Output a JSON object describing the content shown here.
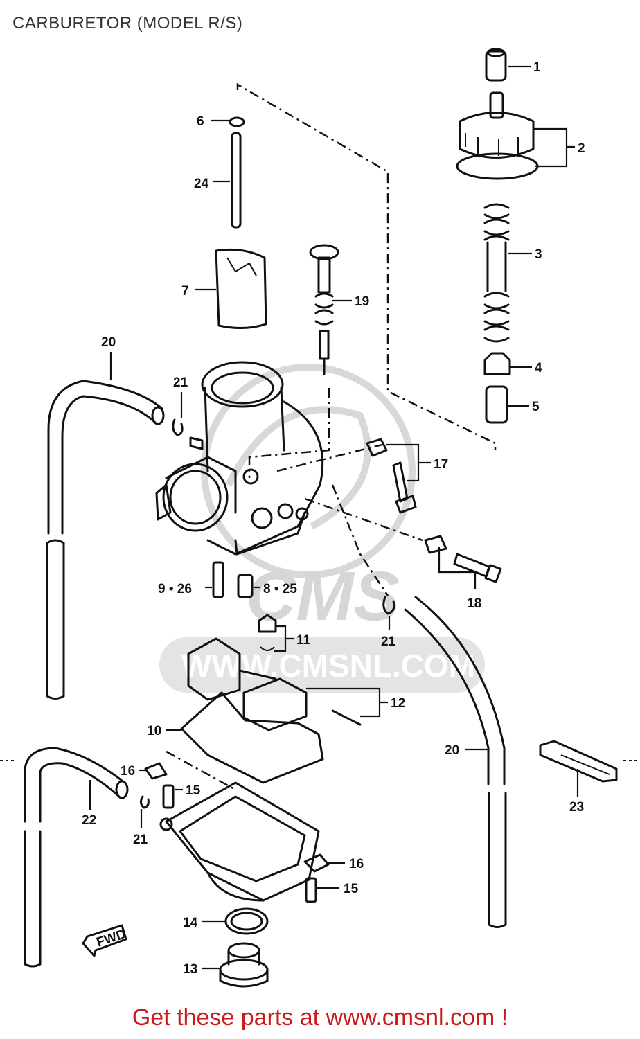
{
  "page": {
    "title": "CARBURETOR (MODEL R/S)",
    "footer": "Get these parts at www.cmsnl.com !"
  },
  "watermark": {
    "brand": "CMS",
    "url": "WWW.CMSNL.COM"
  },
  "callouts": {
    "c1": "1",
    "c2": "2",
    "c3": "3",
    "c4": "4",
    "c5": "5",
    "c6": "6",
    "c7": "7",
    "c8": "8 • 25",
    "c9": "9 • 26",
    "c10": "10",
    "c11": "11",
    "c12": "12",
    "c13": "13",
    "c14": "14",
    "c15a": "15",
    "c15b": "15",
    "c16a": "16",
    "c16b": "16",
    "c17": "17",
    "c18": "18",
    "c19": "19",
    "c20a": "20",
    "c20b": "20",
    "c21a": "21",
    "c21b": "21",
    "c21c": "21",
    "c22": "22",
    "c23": "23",
    "c24": "24"
  },
  "icons": {
    "forward_arrow_label": "FWD"
  },
  "colors": {
    "line": "#111111",
    "footer": "#cc1a1a",
    "watermark": "#d8d8d8"
  }
}
